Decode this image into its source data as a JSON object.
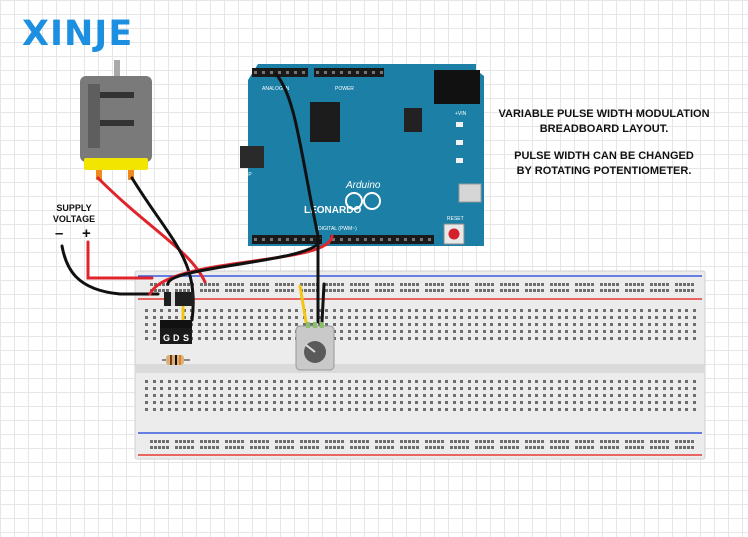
{
  "logo": {
    "text": "XINJE",
    "color": "#1d8fe0"
  },
  "notes": {
    "line1": "VARIABLE PULSE WIDTH MODULATION",
    "line2": "BREADBOARD LAYOUT.",
    "line3": "PULSE WIDTH CAN BE CHANGED",
    "line4": "BY ROTATING POTENTIOMETER."
  },
  "supply": {
    "label_line1": "SUPPLY",
    "label_line2": "VOLTAGE",
    "minus": "–",
    "plus": "+"
  },
  "arduino": {
    "board_name": "LEONARDO",
    "brand": "Arduino",
    "reset_label": "RESET",
    "power_label": "POWER",
    "analog_label": "ANALOG IN",
    "digital_label": "DIGITAL (PWM~)",
    "vin_label": "+VIN",
    "icsp_label": "ICSP",
    "color": "#1b7fa6"
  },
  "mosfet": {
    "pins": [
      "G",
      "D",
      "S"
    ]
  },
  "colors": {
    "wire_red": "#e0242b",
    "wire_black": "#111111",
    "wire_yellow": "#f3c613",
    "rail_red": "#e53935",
    "rail_blue": "#3b5bdb",
    "motor_body": "#7a7a7a",
    "motor_cap": "#f2e600"
  }
}
